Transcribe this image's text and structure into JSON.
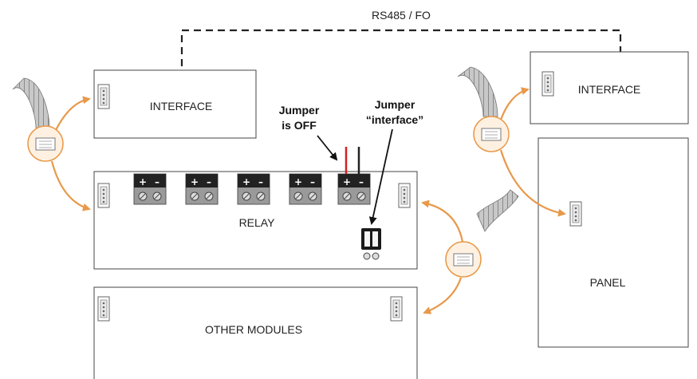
{
  "link_label": "RS485 / FO",
  "modules": {
    "interface_left": "INTERFACE",
    "interface_right": "INTERFACE",
    "relay": "RELAY",
    "panel": "PANEL",
    "other_modules": "OTHER MODULES"
  },
  "notes": {
    "jumper_off": [
      "Jumper",
      "is OFF"
    ],
    "jumper_interface": [
      "Jumper",
      "“interface”"
    ]
  },
  "terminal_symbols": {
    "plus": "+",
    "minus": "–"
  },
  "colors": {
    "arrow": "#E8994A",
    "jumper_wire": "#D42020",
    "terminal_block": "#9A9A9A",
    "link_line": "#222222"
  },
  "icons": [
    "flat-cable-icon",
    "connector-plug-icon",
    "header-connector-icon"
  ]
}
